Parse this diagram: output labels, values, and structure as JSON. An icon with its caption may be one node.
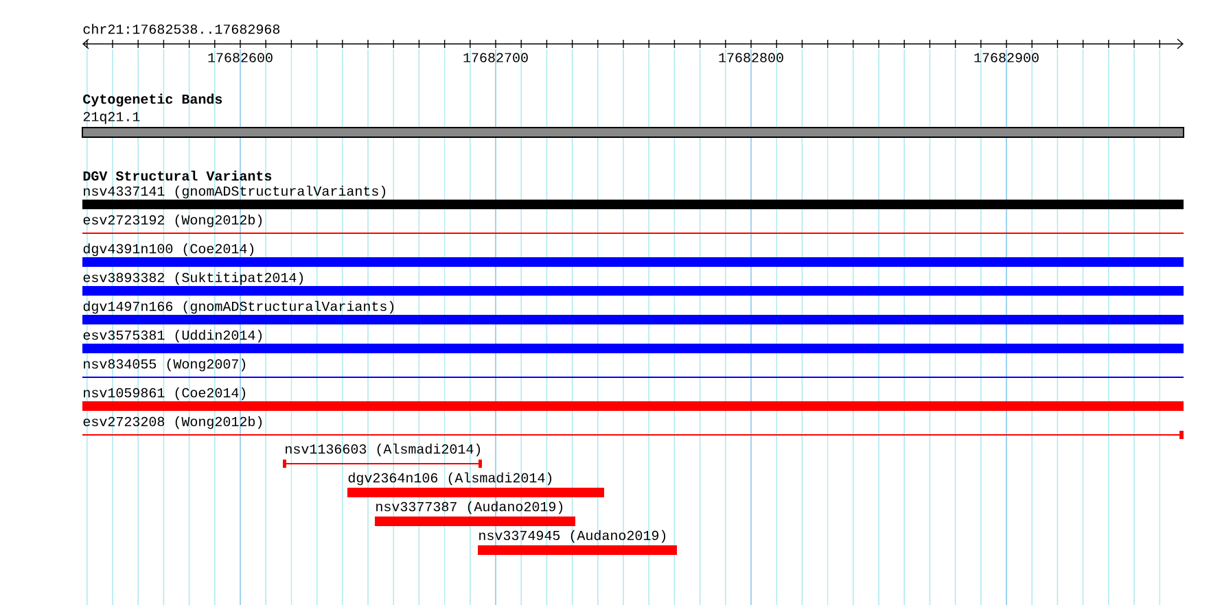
{
  "diagram": {
    "nodes": [
      {
        "text": [
          "nsv4337141 (gnomADStructuralVariants)"
        ]
      },
      {
        "text": [
          "esv2723192 (Wong2012b)"
        ]
      },
      {
        "text": [
          "dgv4391n100 (Coe2014)"
        ]
      },
      {
        "text": [
          "esv3893382 (Suktitipat2014)"
        ]
      },
      {
        "text": [
          "dgv1497n166 (gnomADStructuralVariants)"
        ]
      },
      {
        "text": [
          "esv3575381 (Uddin2014)"
        ]
      },
      {
        "text": [
          "nsv834055 (Wong2007)"
        ]
      },
      {
        "text": [
          "nsv1059861 (Coe2014)"
        ]
      },
      {
        "text": [
          "esv2723208 (Wong2012b)"
        ]
      },
      {
        "text": [
          "nsv1136603 (Alsmadi2014)"
        ]
      },
      {
        "text": [
          "dgv2364n106 (Alsmadi2014)"
        ]
      },
      {
        "text": [
          "nsv3377387 (Audano2019)"
        ]
      },
      {
        "text": [
          "nsv3374945 (Audano2019)"
        ]
      }
    ],
    "labels": [
      "chr21:17682538..17682968",
      "17682600",
      "17682700",
      "17682800",
      "17682900",
      "Cytogenetic Bands",
      "21q21.1",
      "DGV Structural Variants"
    ]
  }
}
